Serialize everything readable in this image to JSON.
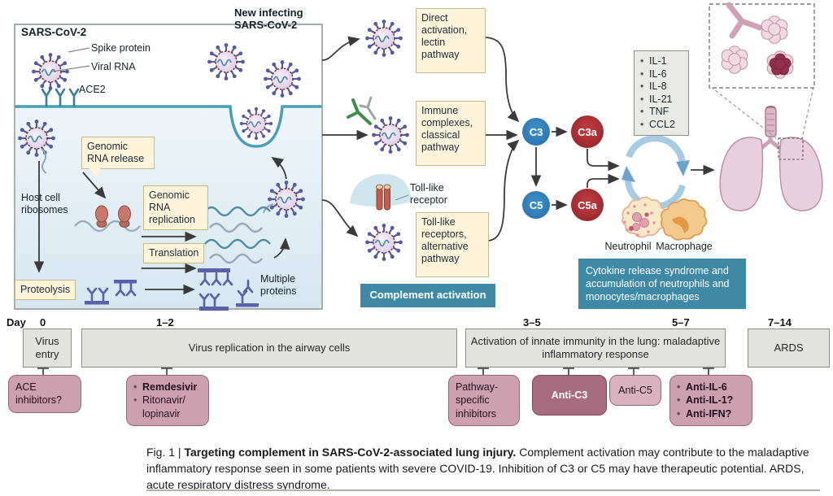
{
  "virus_panel": {
    "sars_label": "SARS-CoV-2",
    "spike_protein": "Spike protein",
    "viral_rna": "Viral RNA",
    "ace2": "ACE2",
    "new_infecting": "New infecting SARS-CoV-2",
    "genomic_rna_release": "Genomic RNA release",
    "host_cell_ribosomes": "Host cell ribosomes",
    "genomic_rna_replication": "Genomic RNA replication",
    "translation": "Translation",
    "proteolysis": "Proteolysis",
    "multiple_proteins": "Multiple proteins"
  },
  "pathways": {
    "lectin": "Direct activation, lectin pathway",
    "classical": "Immune complexes, classical pathway",
    "toll_like_receptor": "Toll-like receptor",
    "alternative": "Toll-like receptors, alternative pathway",
    "complement_activation": "Complement activation"
  },
  "complement": {
    "c3": "C3",
    "c3a": "C3a",
    "c5": "C5",
    "c5a": "C5a"
  },
  "cytokines": [
    "IL-1",
    "IL-6",
    "IL-8",
    "IL-21",
    "TNF",
    "CCL2"
  ],
  "effector_cells": {
    "neutrophil": "Neutrophil",
    "macrophage": "Macrophage"
  },
  "cytokine_release_box": "Cytokine release syndrome and accumulation of neutrophils and monocytes/macrophages",
  "timeline": {
    "day_label": "Day",
    "day_0": "0",
    "day_1_2": "1–2",
    "day_3_5": "3–5",
    "day_5_7": "5–7",
    "day_7_14": "7–14",
    "virus_entry": "Virus entry",
    "virus_replication": "Virus replication in the airway cells",
    "innate_immunity": "Activation of innate immunity in the lung: maladaptive inflammatory response",
    "ards": "ARDS"
  },
  "treatments": {
    "ace_inhibitors": "ACE inhibitors?",
    "antivirals": [
      "Remdesivir",
      "Ritonavir/",
      "lopinavir"
    ],
    "pathway_specific": "Pathway-specific inhibitors",
    "anti_c3": "Anti-C3",
    "anti_c5": "Anti-C5",
    "anti_cytokines": [
      "Anti-IL-6",
      "Anti-IL-1?",
      "Anti-IFN?"
    ]
  },
  "caption": {
    "prefix": "Fig. 1 | ",
    "bold": "Targeting complement in SARS-CoV-2-associated lung injury.",
    "body": " Complement activation may contribute to the maladaptive inflammatory response seen in some patients with severe COVID-19. Inhibition of C3 or C5 may have therapeutic potential. ARDS, acute respiratory distress syndrome."
  },
  "colors": {
    "teal_box": "#3e8aa6",
    "cream_box": "#fdf4da",
    "pink_box": "#cda0b0",
    "pink_box_dark": "#a76c80",
    "gray_box": "#e3e3dd",
    "c3_blue": "#2e7cb5",
    "c3a_red": "#a3282f",
    "membrane_teal": "#47a0b6"
  }
}
